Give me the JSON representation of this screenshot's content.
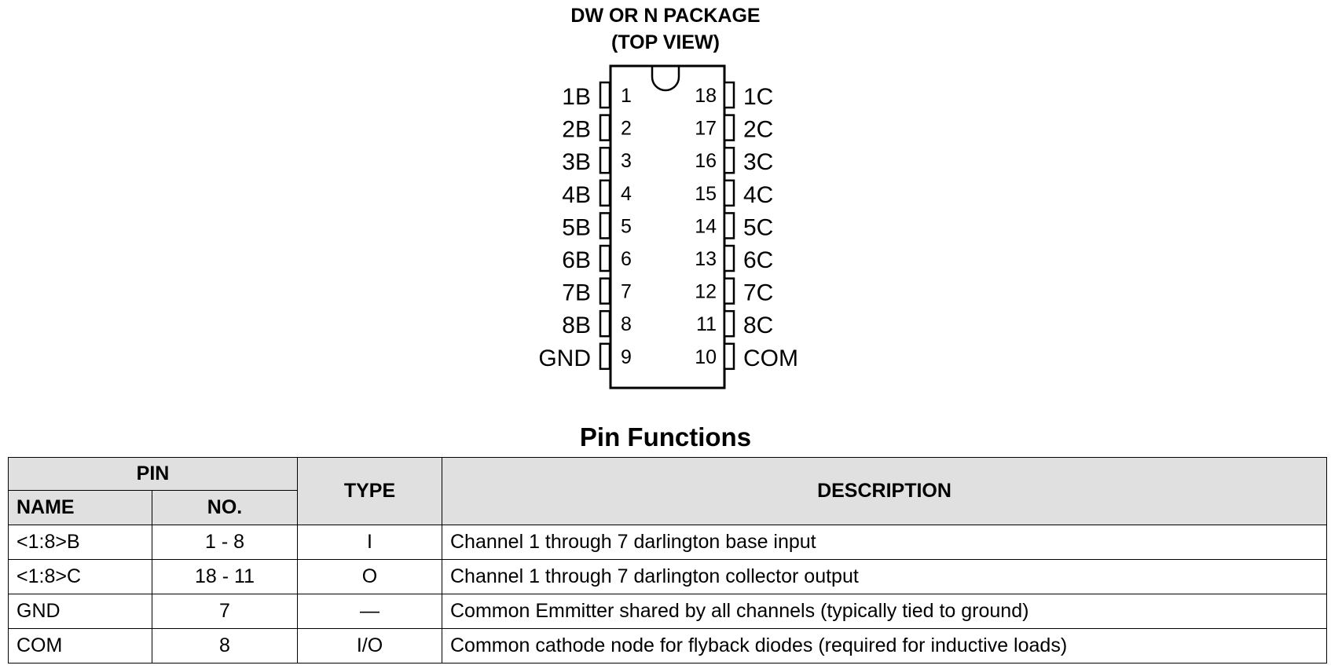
{
  "package": {
    "title_line1": "DW OR N PACKAGE",
    "title_line2": "(TOP VIEW)",
    "left_pins": [
      {
        "label": "1B",
        "number": "1"
      },
      {
        "label": "2B",
        "number": "2"
      },
      {
        "label": "3B",
        "number": "3"
      },
      {
        "label": "4B",
        "number": "4"
      },
      {
        "label": "5B",
        "number": "5"
      },
      {
        "label": "6B",
        "number": "6"
      },
      {
        "label": "7B",
        "number": "7"
      },
      {
        "label": "8B",
        "number": "8"
      },
      {
        "label": "GND",
        "number": "9"
      }
    ],
    "right_pins": [
      {
        "label": "1C",
        "number": "18"
      },
      {
        "label": "2C",
        "number": "17"
      },
      {
        "label": "3C",
        "number": "16"
      },
      {
        "label": "4C",
        "number": "15"
      },
      {
        "label": "5C",
        "number": "14"
      },
      {
        "label": "6C",
        "number": "13"
      },
      {
        "label": "7C",
        "number": "12"
      },
      {
        "label": "8C",
        "number": "11"
      },
      {
        "label": "COM",
        "number": "10"
      }
    ]
  },
  "pin_functions": {
    "title": "Pin Functions",
    "headers": {
      "pin": "PIN",
      "name": "NAME",
      "no": "NO.",
      "type": "TYPE",
      "description": "DESCRIPTION"
    },
    "rows": [
      {
        "name": "<1:8>B",
        "no": "1 - 8",
        "type": "I",
        "description": "Channel 1 through 7 darlington base input"
      },
      {
        "name": "<1:8>C",
        "no": "18 - 11",
        "type": "O",
        "description": "Channel 1 through 7 darlington collector output"
      },
      {
        "name": "GND",
        "no": "7",
        "type": "—",
        "description": "Common Emmitter shared by all channels (typically tied to ground)"
      },
      {
        "name": "COM",
        "no": "8",
        "type": "I/O",
        "description": "Common cathode node for flyback diodes (required for inductive loads)"
      }
    ]
  }
}
